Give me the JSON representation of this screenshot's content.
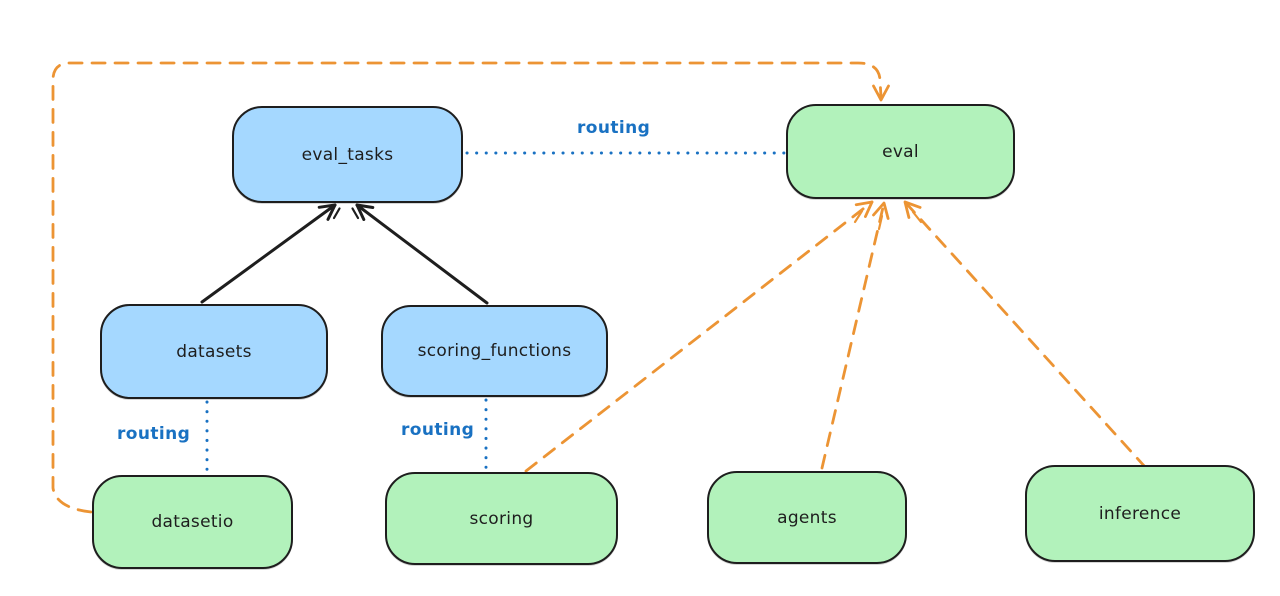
{
  "diagram": {
    "title": "",
    "nodes": [
      {
        "id": "eval_tasks",
        "label": "eval_tasks",
        "kind": "registry",
        "fill": "#a5d8ff"
      },
      {
        "id": "eval",
        "label": "eval",
        "kind": "api",
        "fill": "#b2f2bb"
      },
      {
        "id": "datasets",
        "label": "datasets",
        "kind": "registry",
        "fill": "#a5d8ff"
      },
      {
        "id": "scoring_functions",
        "label": "scoring_functions",
        "kind": "registry",
        "fill": "#a5d8ff"
      },
      {
        "id": "datasetio",
        "label": "datasetio",
        "kind": "api",
        "fill": "#b2f2bb"
      },
      {
        "id": "scoring",
        "label": "scoring",
        "kind": "api",
        "fill": "#b2f2bb"
      },
      {
        "id": "agents",
        "label": "agents",
        "kind": "api",
        "fill": "#b2f2bb"
      },
      {
        "id": "inference",
        "label": "inference",
        "kind": "api",
        "fill": "#b2f2bb"
      }
    ],
    "edge_labels": [
      {
        "id": "routing-eval-tasks-to-eval",
        "label": "routing"
      },
      {
        "id": "routing-datasets-to-datasetio",
        "label": "routing"
      },
      {
        "id": "routing-scoring-functions-to-scoring",
        "label": "routing"
      }
    ],
    "edges": [
      {
        "from": "datasets",
        "to": "eval_tasks",
        "style": "solid-black-arrow"
      },
      {
        "from": "scoring_functions",
        "to": "eval_tasks",
        "style": "solid-black-arrow"
      },
      {
        "from": "eval_tasks",
        "to": "eval",
        "style": "dotted-blue",
        "label": "routing"
      },
      {
        "from": "datasets",
        "to": "datasetio",
        "style": "dotted-blue",
        "label": "routing"
      },
      {
        "from": "scoring_functions",
        "to": "scoring",
        "style": "dotted-blue",
        "label": "routing"
      },
      {
        "from": "datasetio",
        "to": "eval",
        "style": "dashed-orange-arrow"
      },
      {
        "from": "scoring",
        "to": "eval",
        "style": "dashed-orange-arrow"
      },
      {
        "from": "agents",
        "to": "eval",
        "style": "dashed-orange-arrow"
      },
      {
        "from": "inference",
        "to": "eval",
        "style": "dashed-orange-arrow"
      }
    ],
    "colors": {
      "background": "#ffffff",
      "node_stroke": "#1e1e1e",
      "blue_node_fill": "#a5d8ff",
      "green_node_fill": "#b2f2bb",
      "routing_blue": "#1971c2",
      "dashed_orange": "#ec9434",
      "arrow_black": "#1e1e1e"
    }
  }
}
